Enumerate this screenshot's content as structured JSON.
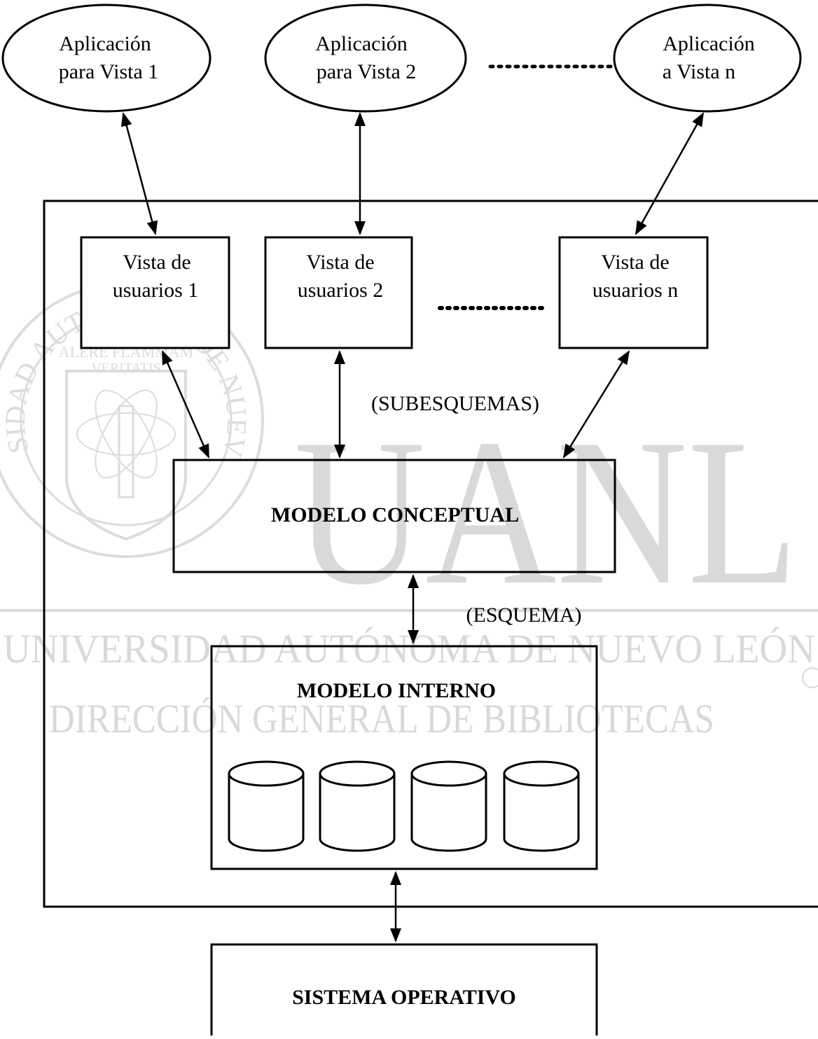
{
  "colors": {
    "ink": "#000000",
    "watermark": "#d9d9d9",
    "background": "#ffffff"
  },
  "watermark": {
    "big": "UANL",
    "line1": "UNIVERSIDAD AUTÓNOMA DE NUEVO LEÓN",
    "line2": "DIRECCIÓN GENERAL DE BIBLIOTECAS",
    "seal_arc": "UNIVERSIDAD AUTONOMA DE NUEVO LEON",
    "seal_motto_1": "ALERE FLAMMAM",
    "seal_motto_2": "VERITATIS"
  },
  "applications": [
    {
      "line1": "Aplicación",
      "line2": "para Vista 1"
    },
    {
      "line1": "Aplicación",
      "line2": "para Vista 2"
    },
    {
      "line1": "Aplicación",
      "line2": "a Vista n"
    }
  ],
  "views": [
    {
      "line1": "Vista de",
      "line2": "usuarios 1"
    },
    {
      "line1": "Vista de",
      "line2": "usuarios 2"
    },
    {
      "line1": "Vista de",
      "line2": "usuarios n"
    }
  ],
  "labels": {
    "subesquemas": "(SUBESQUEMAS)",
    "esquema": "(ESQUEMA)",
    "modelo_conceptual": "MODELO CONCEPTUAL",
    "modelo_interno": "MODELO INTERNO",
    "sistema_operativo": "SISTEMA OPERATIVO"
  },
  "icons": {
    "database": "database-cylinder-icon",
    "ellipsis": "dotted-ellipsis-icon"
  }
}
